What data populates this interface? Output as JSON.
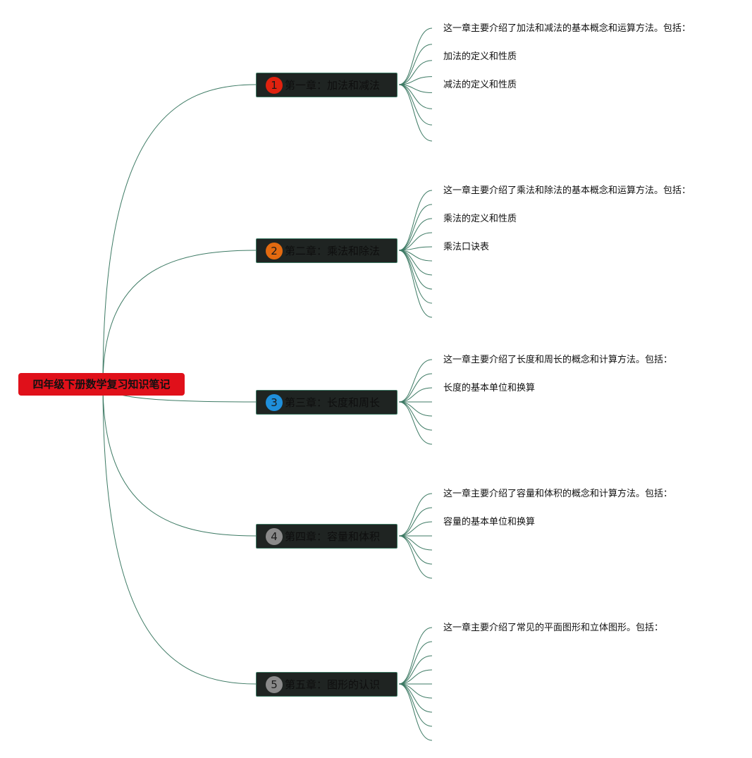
{
  "root": {
    "title": "四年级下册数学复习知识笔记",
    "color": "#e0101a"
  },
  "line_color": "#3d7a64",
  "chapters": [
    {
      "number": "1",
      "title": "第一章：加法和减法",
      "badge_color": "#e0220f",
      "branch_count": 8,
      "notes": [
        "这一章主要介绍了加法和减法的基本概念和运算方法。包括：",
        "加法的定义和性质",
        "减法的定义和性质"
      ]
    },
    {
      "number": "2",
      "title": "第二章：乘法和除法",
      "badge_color": "#e36a10",
      "branch_count": 10,
      "notes": [
        "这一章主要介绍了乘法和除法的基本概念和运算方法。包括：",
        "乘法的定义和性质",
        "乘法口诀表"
      ]
    },
    {
      "number": "3",
      "title": "第三章：长度和周长",
      "badge_color": "#1f8fdb",
      "branch_count": 7,
      "notes": [
        "这一章主要介绍了长度和周长的概念和计算方法。包括：",
        "长度的基本单位和换算"
      ]
    },
    {
      "number": "4",
      "title": "第四章：容量和体积",
      "badge_color": "#8a8a8a",
      "branch_count": 7,
      "notes": [
        "这一章主要介绍了容量和体积的概念和计算方法。包括：",
        "容量的基本单位和换算"
      ]
    },
    {
      "number": "5",
      "title": "第五章：图形的认识",
      "badge_color": "#8a8a8a",
      "branch_count": 9,
      "notes": [
        "这一章主要介绍了常见的平面图形和立体图形。包括："
      ]
    }
  ]
}
